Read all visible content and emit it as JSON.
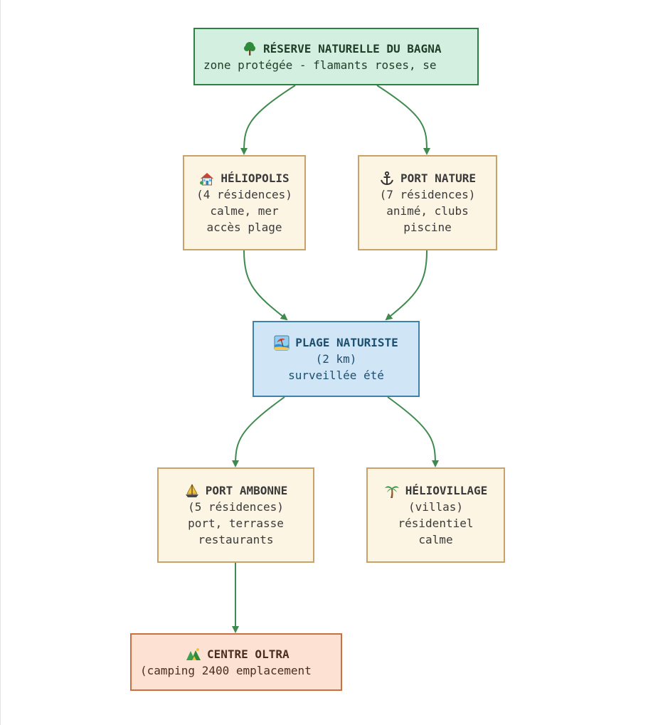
{
  "nodes": {
    "reserve": {
      "title": "RÉSERVE NATURELLE DU BAGNA",
      "line1": "zone protégée - flamants roses, se",
      "icon": "tree-icon"
    },
    "heliopolis": {
      "title": "HÉLIOPOLIS",
      "line1": "(4 résidences)",
      "line2": "calme, mer",
      "line3": "accès plage",
      "icon": "house-icon"
    },
    "port_nature": {
      "title": "PORT NATURE",
      "line1": "(7 résidences)",
      "line2": "animé, clubs",
      "line3": "piscine",
      "icon": "anchor-icon"
    },
    "plage": {
      "title": "PLAGE NATURISTE",
      "line1": "(2 km)",
      "line2": "surveillée été",
      "icon": "beach-icon"
    },
    "port_ambonne": {
      "title": "PORT AMBONNE",
      "line1": "(5 résidences)",
      "line2": "port, terrasse",
      "line3": "restaurants",
      "icon": "sailboat-icon"
    },
    "heliovillage": {
      "title": "HÉLIOVILLAGE",
      "line1": "(villas)",
      "line2": "résidentiel",
      "line3": "calme",
      "icon": "palm-tree-icon"
    },
    "oltra": {
      "title": "CENTRE OLTRA",
      "line1": "(camping 2400 emplacement",
      "icon": "camping-icon"
    }
  },
  "edges": [
    {
      "from": "reserve",
      "to": "heliopolis"
    },
    {
      "from": "reserve",
      "to": "port_nature"
    },
    {
      "from": "heliopolis",
      "to": "plage"
    },
    {
      "from": "port_nature",
      "to": "plage"
    },
    {
      "from": "plage",
      "to": "port_ambonne"
    },
    {
      "from": "plage",
      "to": "heliovillage"
    },
    {
      "from": "port_ambonne",
      "to": "oltra"
    }
  ],
  "colors": {
    "edge": "#3f8a4e",
    "reserve_fill": "#d3efdf",
    "plage_fill": "#d0e6f7",
    "residence_fill": "#fdf5e4",
    "camping_fill": "#fde2d4"
  }
}
